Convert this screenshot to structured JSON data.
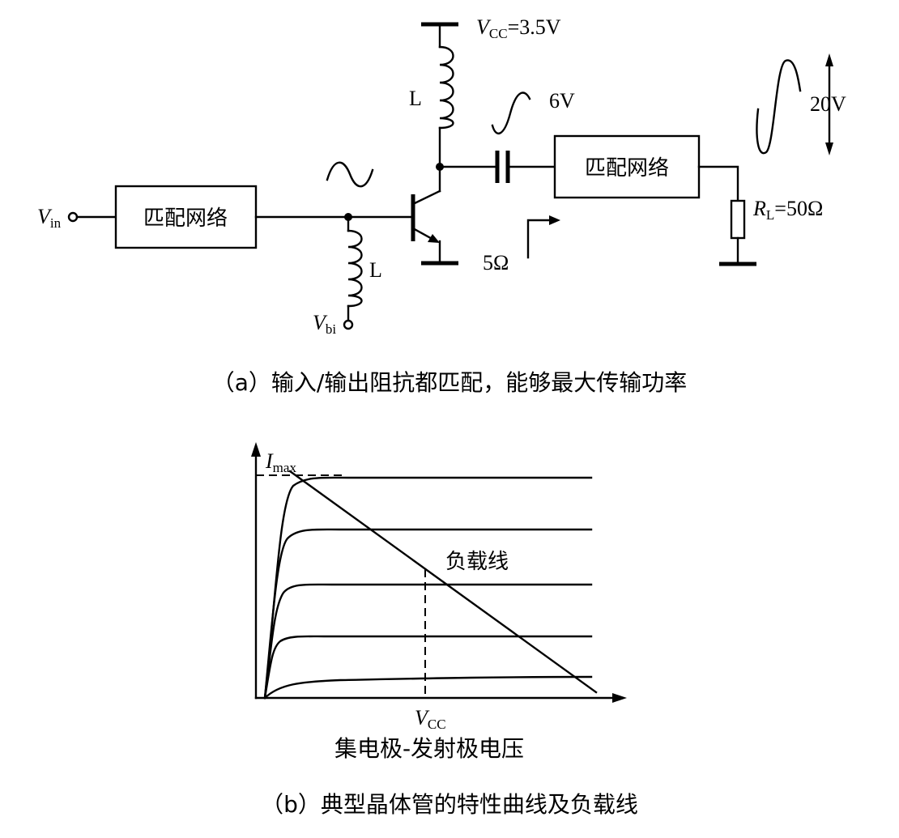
{
  "part_a": {
    "vcc_label": "V",
    "vcc_sub": "CC",
    "vcc_value": "=3.5V",
    "inductor_top_label": "L",
    "inductor_bottom_label": "L",
    "output_swing_label": "6V",
    "load_swing_label": "20V",
    "vin_label": "V",
    "vin_sub": "in",
    "vbi_label": "V",
    "vbi_sub": "bi",
    "matching_network_left": "匹配网络",
    "matching_network_right": "匹配网络",
    "impedance_label": "5Ω",
    "rl_label": "R",
    "rl_sub": "L",
    "rl_value": "=50Ω",
    "caption": "（a）输入/输出阻抗都匹配，能够最大传输功率"
  },
  "part_b": {
    "imax_label": "I",
    "imax_sub": "max",
    "load_line_label": "负载线",
    "x_tick_label": "V",
    "x_tick_sub": "CC",
    "x_axis_label": "集电极-发射极电压",
    "caption": "（b）典型晶体管的特性曲线及负载线"
  }
}
